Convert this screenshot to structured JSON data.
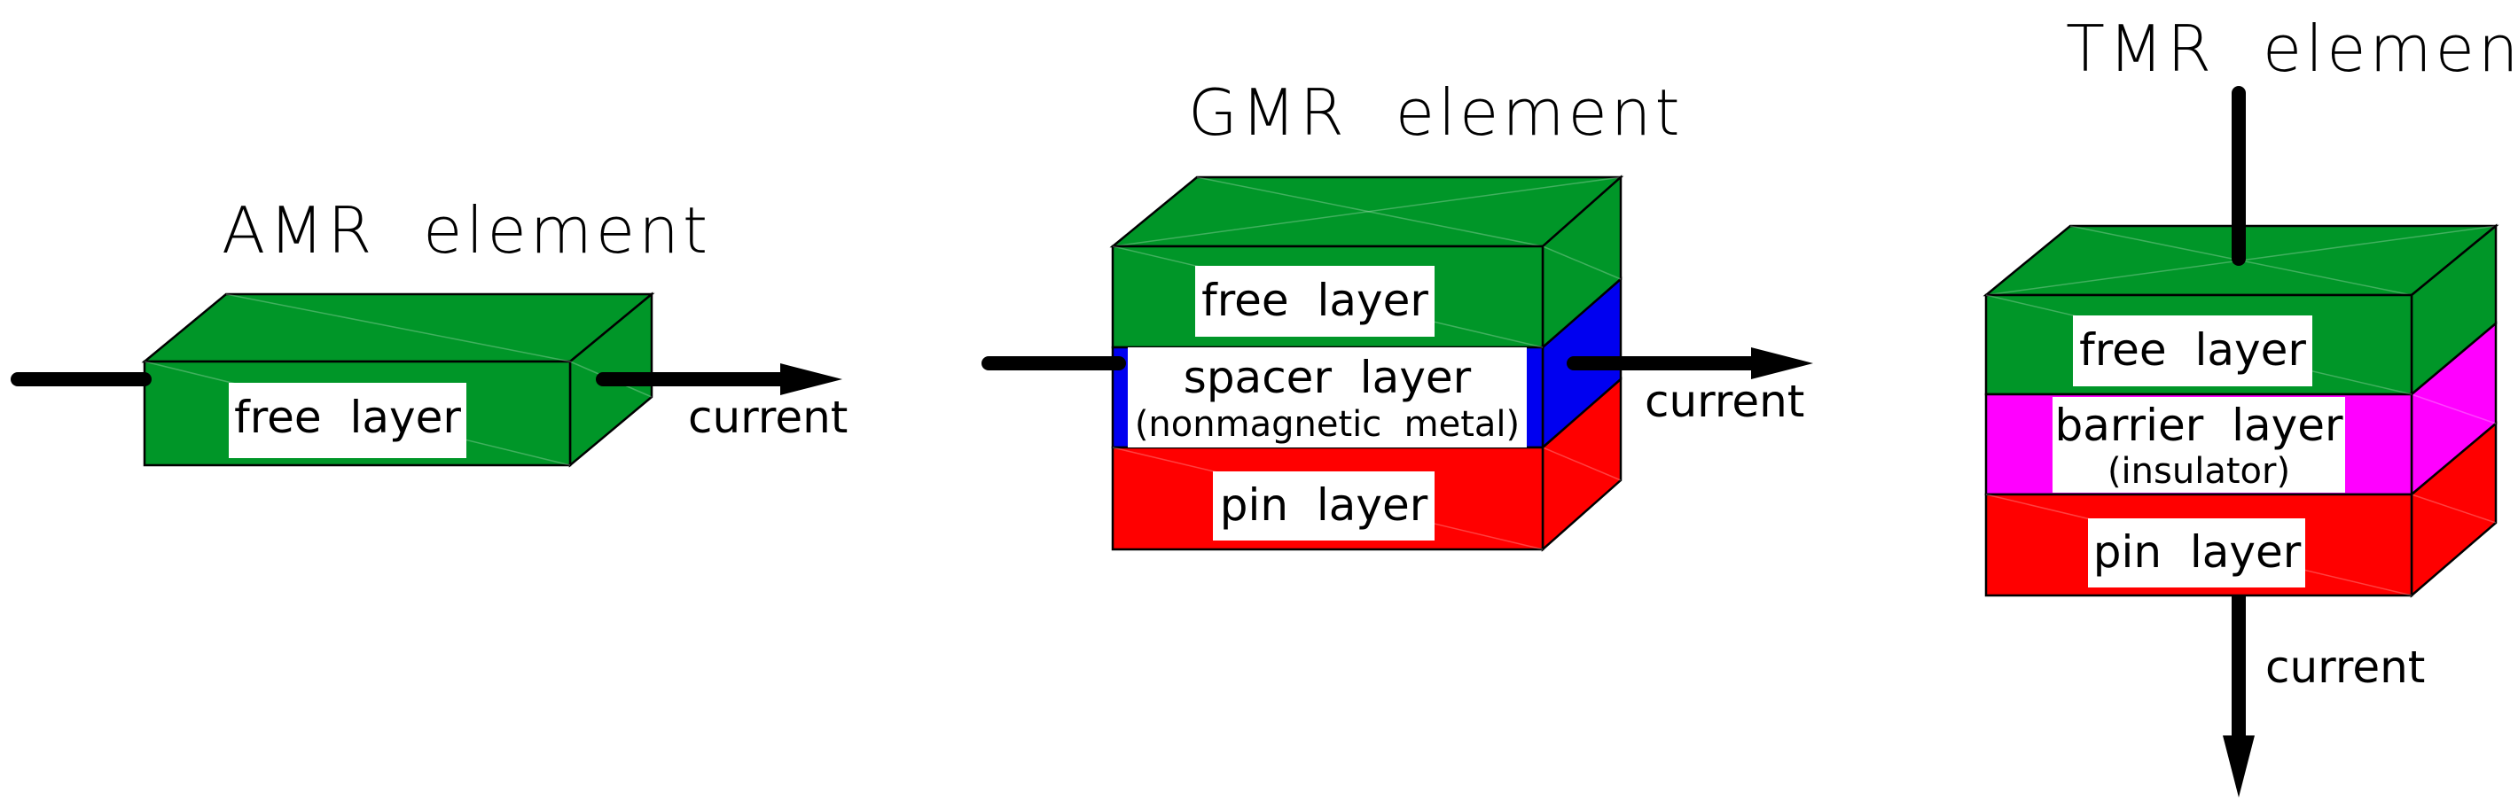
{
  "colors": {
    "free_layer": "#009628",
    "spacer_layer": "#0000f0",
    "barrier_layer": "#ff00ff",
    "pin_layer": "#ff0000",
    "arrow": "#000000",
    "label_box": "#ffffff"
  },
  "amr": {
    "title": "AMR  element",
    "free_label": "free  layer",
    "current_label": "current"
  },
  "gmr": {
    "title": "GMR  element",
    "free_label": "free  layer",
    "spacer_label": "spacer  layer",
    "spacer_sub": "(nonmagnetic  metal)",
    "pin_label": "pin  layer",
    "current_label": "current"
  },
  "tmr": {
    "title": "TMR  element",
    "free_label": "free  layer",
    "barrier_label": "barrier  layer",
    "barrier_sub": "(insulator)",
    "pin_label": "pin  layer",
    "current_label": "current"
  }
}
